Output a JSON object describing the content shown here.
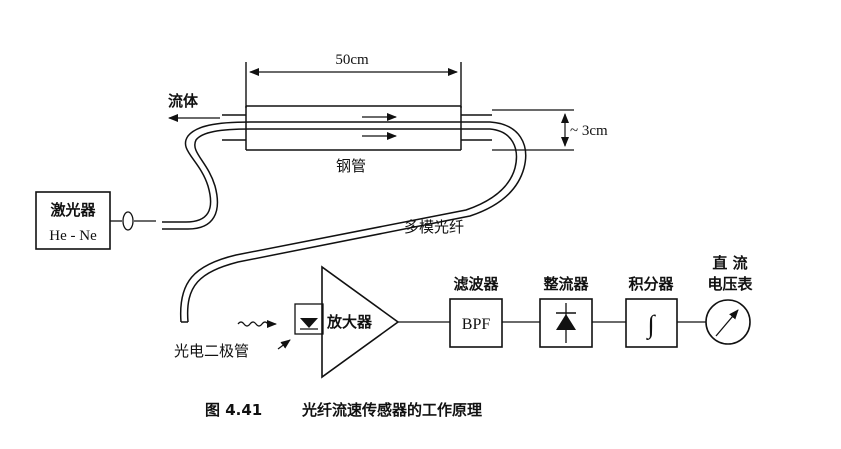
{
  "diagram": {
    "labels": {
      "length": "50cm",
      "fluid": "流体",
      "height": "~ 3cm",
      "steel_pipe": "钢管",
      "laser": "激光器",
      "laser_type": "He - Ne",
      "fiber": "多模光纤",
      "photodiode": "光电二极管",
      "amplifier": "放大器",
      "filter": "滤波器",
      "filter_box": "BPF",
      "rectifier": "整流器",
      "integrator": "积分器",
      "integrator_symbol": "∫",
      "dc_meter_line1": "直  流",
      "dc_meter_line2": "电压表"
    },
    "caption": {
      "number": "图 4.41",
      "title": "光纤流速传感器的工作原理"
    }
  },
  "colors": {
    "ink": "#111111",
    "background": "#ffffff"
  }
}
